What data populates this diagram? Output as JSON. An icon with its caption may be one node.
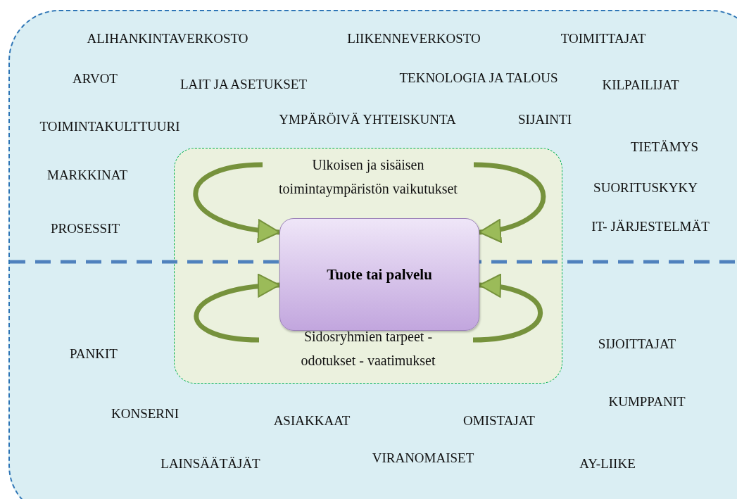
{
  "diagram": {
    "nodes": [
      {
        "text": [],
        "shape": "box"
      },
      {
        "text": [
          "Ulkoisen ja sisäisen toimintaympäristön vaikutukset",
          "Sidosryhmien tarpeet - odotukset - vaatimukset"
        ],
        "in": 0
      },
      {
        "text": [
          "Tuote tai palvelu"
        ],
        "in": 1
      }
    ],
    "edges": [
      {
        "from": null,
        "to": 2,
        "arrow": "to"
      },
      {
        "from": null,
        "to": 2,
        "arrow": "to"
      },
      {
        "from": null,
        "to": 2,
        "arrow": "to"
      },
      {
        "from": null,
        "to": 2,
        "arrow": "to"
      }
    ],
    "labels": [
      "ALIHANKINTAVERKOSTO",
      "LIIKENNEVERKOSTO",
      "TOIMITTAJAT",
      "ARVOT",
      "TEKNOLOGIA JA TALOUS",
      "LAIT JA ASETUKSET",
      "KILPAILIJAT",
      "YMPÄRÖIVÄ YHTEISKUNTA",
      "SIJAINTI",
      "TOIMINTAKULTTUURI",
      "TIETÄMYS",
      "MARKKINAT",
      "SUORITUSKYKY",
      "PROSESSIT",
      "IT- JÄRJESTELMÄT",
      "SIJOITTAJAT",
      "PANKIT",
      "KUMPPANIT",
      "KONSERNI",
      "ASIAKKAAT",
      "OMISTAJAT",
      "LAINSÄÄTÄJÄT",
      "VIRANOMAISET",
      "AY-LIIKE"
    ]
  }
}
